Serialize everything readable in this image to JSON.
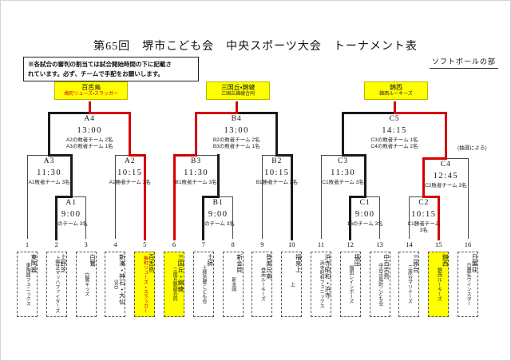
{
  "page": {
    "title": "第65回　堺市こども会　中央スポーツ大会　トーナメント表",
    "division": "ソフトボールの部",
    "note_line1": "※各試合の審判の割当ては試合開始時間の下に記載さ",
    "note_line2": "れています。必ず、チームで手配をお願いします。",
    "lottery_note": "(抽選による)"
  },
  "block_winners": [
    {
      "block": "A",
      "district": "百舌鳥",
      "team": "梅町リューズ・スラッガー",
      "team_red": true
    },
    {
      "block": "B",
      "district": "三国丘・錦綾",
      "team": "三国丘錦綾合同",
      "team_red": false
    },
    {
      "block": "C",
      "district": "錦西",
      "team": "錦西ルーキーズ",
      "team_red": false
    }
  ],
  "matches": [
    {
      "id": "A1",
      "time": "9:00",
      "referees": [
        "4のチーム 3名"
      ]
    },
    {
      "id": "A2",
      "time": "10:15",
      "referees": [
        "A1勝者チーム 3名"
      ]
    },
    {
      "id": "A3",
      "time": "11:30",
      "referees": [
        "A1敗者チーム 3名"
      ]
    },
    {
      "id": "A4",
      "time": "13:00",
      "referees": [
        "A2の敗者チーム 2名",
        "A3の敗者チーム 1名"
      ]
    },
    {
      "id": "B1",
      "time": "9:00",
      "referees": [
        "9のチーム 3名"
      ]
    },
    {
      "id": "B2",
      "time": "10:15",
      "referees": [
        "B1勝者チーム 3名"
      ]
    },
    {
      "id": "B3",
      "time": "11:30",
      "referees": [
        "B1敗者チーム 3名"
      ]
    },
    {
      "id": "B4",
      "time": "13:00",
      "referees": [
        "B2の敗者チーム 2名",
        "B3の敗者チーム 1名"
      ]
    },
    {
      "id": "C1",
      "time": "9:00",
      "referees": [
        "16のチーム 3名"
      ]
    },
    {
      "id": "C2",
      "time": "10:15",
      "referees": [
        "C1勝者チーム 3名"
      ]
    },
    {
      "id": "C3",
      "time": "11:30",
      "referees": [
        "C1敗者チーム 3名"
      ]
    },
    {
      "id": "C4",
      "time": "12:45",
      "referees": [
        "C2敗者チーム 3名"
      ]
    },
    {
      "id": "C5",
      "time": "14:15",
      "referees": [
        "C3の敗者チーム 1名",
        "C4の敗者チーム 2名"
      ]
    }
  ],
  "teams": [
    {
      "no": "1",
      "district": "東陶器",
      "name": "東陶器フェニックス",
      "highlight": false,
      "name_red": false
    },
    {
      "no": "2",
      "district": "上野芝",
      "name": "上野芝マッハファイターズ",
      "highlight": false,
      "name_red": false
    },
    {
      "no": "3",
      "district": "白鷺",
      "name": "白鷺キッズ",
      "highlight": false,
      "name_red": false
    },
    {
      "no": "4",
      "district": "新湊・神石・大仙",
      "name": "SKD",
      "highlight": false,
      "name_red": false
    },
    {
      "no": "5",
      "district": "百舌鳥",
      "name": "梅町リューズ・スラッガー",
      "highlight": true,
      "name_red": true
    },
    {
      "no": "6",
      "district": "三国丘・錦綾",
      "name": "三国丘錦綾合同",
      "highlight": true,
      "name_red": false
    },
    {
      "no": "7",
      "district": "土師",
      "name": "土師若鷺こども会",
      "highlight": false,
      "name_red": false
    },
    {
      "no": "8",
      "district": "新金岡",
      "name": "新金岡",
      "highlight": false,
      "name_red": false
    },
    {
      "no": "9",
      "district": "登美丘南",
      "name": "登南ルーキーズ",
      "highlight": false,
      "name_red": false
    },
    {
      "no": "10",
      "district": "福泉上",
      "name": "上",
      "highlight": false,
      "name_red": false
    },
    {
      "no": "11",
      "district": "浜寺昭和・浜寺",
      "name": "浜寺昭和フェニックス",
      "highlight": false,
      "name_red": false
    },
    {
      "no": "12",
      "district": "福田",
      "name": "福田レインボーズ",
      "highlight": false,
      "name_red": false
    },
    {
      "no": "13",
      "district": "中百舌鳥",
      "name": "中百舌鳥町こども会",
      "highlight": false,
      "name_red": false
    },
    {
      "no": "14",
      "district": "三原台",
      "name": "三原台マリナーズ",
      "highlight": false,
      "name_red": false
    },
    {
      "no": "15",
      "district": "錦西",
      "name": "錦西ルーキーズ",
      "highlight": true,
      "name_red": false
    },
    {
      "no": "16",
      "district": "日置荘",
      "name": "日置荘ウインスター",
      "highlight": false,
      "name_red": false
    }
  ],
  "colors": {
    "champion_path": "#d40000",
    "winner_path": "#1a1a1a",
    "base_line": "#4a4a4a",
    "highlight": "#ffff00"
  }
}
